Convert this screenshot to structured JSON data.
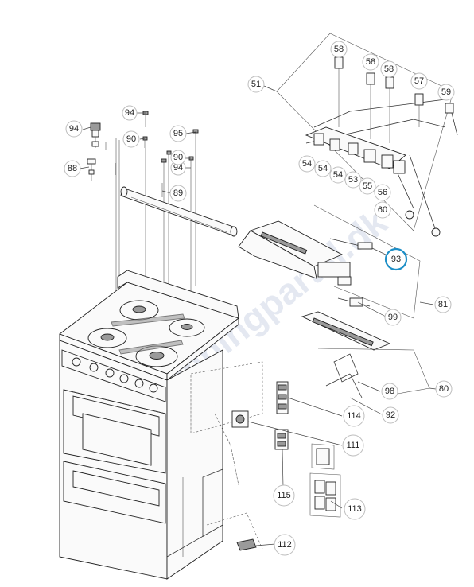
{
  "diagram": {
    "watermark": "campingpartsl.dk",
    "highlight_color": "#1e8fc7",
    "callouts": [
      {
        "id": "c94a",
        "label": "94"
      },
      {
        "id": "c94b",
        "label": "94"
      },
      {
        "id": "c94c",
        "label": "94"
      },
      {
        "id": "c90a",
        "label": "90"
      },
      {
        "id": "c90b",
        "label": "90"
      },
      {
        "id": "c95",
        "label": "95"
      },
      {
        "id": "c88",
        "label": "88"
      },
      {
        "id": "c89",
        "label": "89"
      },
      {
        "id": "c51",
        "label": "51"
      },
      {
        "id": "c58a",
        "label": "58"
      },
      {
        "id": "c58b",
        "label": "58"
      },
      {
        "id": "c58c",
        "label": "58"
      },
      {
        "id": "c57",
        "label": "57"
      },
      {
        "id": "c59",
        "label": "59"
      },
      {
        "id": "c54a",
        "label": "54"
      },
      {
        "id": "c54b",
        "label": "54"
      },
      {
        "id": "c54c",
        "label": "54"
      },
      {
        "id": "c53",
        "label": "53"
      },
      {
        "id": "c55",
        "label": "55"
      },
      {
        "id": "c56",
        "label": "56"
      },
      {
        "id": "c60",
        "label": "60"
      },
      {
        "id": "c93",
        "label": "93",
        "highlighted": true
      },
      {
        "id": "c81",
        "label": "81"
      },
      {
        "id": "c99",
        "label": "99"
      },
      {
        "id": "c80",
        "label": "80"
      },
      {
        "id": "c98",
        "label": "98"
      },
      {
        "id": "c92",
        "label": "92"
      },
      {
        "id": "c114",
        "label": "114"
      },
      {
        "id": "c111",
        "label": "111"
      },
      {
        "id": "c115",
        "label": "115"
      },
      {
        "id": "c113",
        "label": "113"
      },
      {
        "id": "c112",
        "label": "112"
      }
    ]
  }
}
